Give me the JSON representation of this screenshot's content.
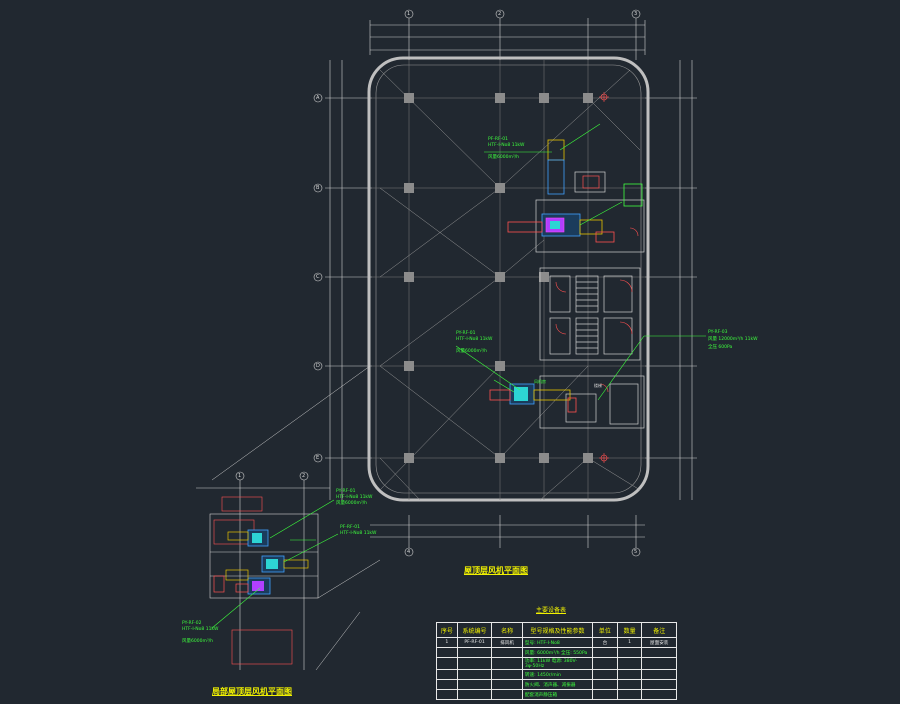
{
  "drawing": {
    "main_plan_title": "屋顶层风机平面图",
    "detail_plan_title": "局部屋顶层风机平面图",
    "legend_title": "主要设备表"
  },
  "grid_axes": {
    "top": [
      "1",
      "2",
      "3",
      "4",
      "5"
    ],
    "left": [
      "A",
      "B",
      "C",
      "D",
      "E"
    ],
    "detail_top": [
      "1",
      "2"
    ]
  },
  "annotations": {
    "fan_1": [
      "PF-RF-01",
      "HTF-I-No8 11kW",
      "风量6000m³/h"
    ],
    "fan_2": [
      "PY-RF-01",
      "HTF-I-No8 11kW",
      "风量6000m³/h"
    ],
    "fan_3": [
      "PY-RF-03",
      "风量 12000m³/h 11kW",
      "全压 600Pa"
    ],
    "fan_detail_1": [
      "PY-RF-01",
      "HTF-I-No8 11kW",
      "风量6000m³/h"
    ],
    "fan_detail_2": [
      "PF-RF-01",
      "HTF-I-No8 11kW"
    ],
    "fan_detail_3": [
      "PY-RF-02",
      "HTF-I-No8 11kW",
      "风量6000m³/h"
    ],
    "room_label": "楼梯",
    "room_label_2": "风机房"
  },
  "equipment_table": {
    "headers": [
      "序号",
      "系统编号",
      "名称",
      "型号规格及性能参数",
      "单位",
      "数量",
      "备注"
    ],
    "rows": [
      {
        "index": "1",
        "system": "PF-RF-01",
        "name": "排风机",
        "specs": [
          "型号: HTF-I-No8",
          "风量: 6000m³/h  全压: 550Pa",
          "功率: 11kW  电源: 380V-3φ-50Hz",
          "转速: 1450r/min",
          "防火阀、消声器、减振器",
          "配套消声静压箱"
        ],
        "unit": "台",
        "qty": "1",
        "remark": "屋面安装"
      }
    ]
  }
}
